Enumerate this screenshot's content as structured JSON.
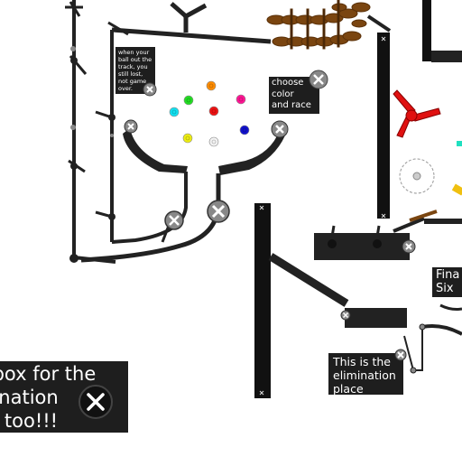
{
  "notes": {
    "track_note": "when your\nball out the\ntrack, you\nstill lost,\nnot game\nover.",
    "color_note": "choose\ncolor\nand race",
    "final_note": "Fina\nSix",
    "elimination_note": "This is the\nelimination\nplace",
    "box_note": "e box for the\nmination\nne too!!!"
  },
  "marbles": [
    {
      "name": "orange-marble",
      "color": "#ff8c00"
    },
    {
      "name": "pink-marble",
      "color": "#ff1493"
    },
    {
      "name": "green-marble",
      "color": "#22dd22"
    },
    {
      "name": "red-marble",
      "color": "#ee1111"
    },
    {
      "name": "cyan-marble",
      "color": "#11e0f0"
    },
    {
      "name": "blue-marble",
      "color": "#1111cc"
    },
    {
      "name": "yellow-marble",
      "color": "#eeee11"
    },
    {
      "name": "white-marble",
      "color": "#f2f2f2"
    }
  ],
  "colors": {
    "track": "#222222",
    "note_bg": "#1e1e1e",
    "spinner_red": "#e01010",
    "bridge_brown": "#7a4510"
  }
}
